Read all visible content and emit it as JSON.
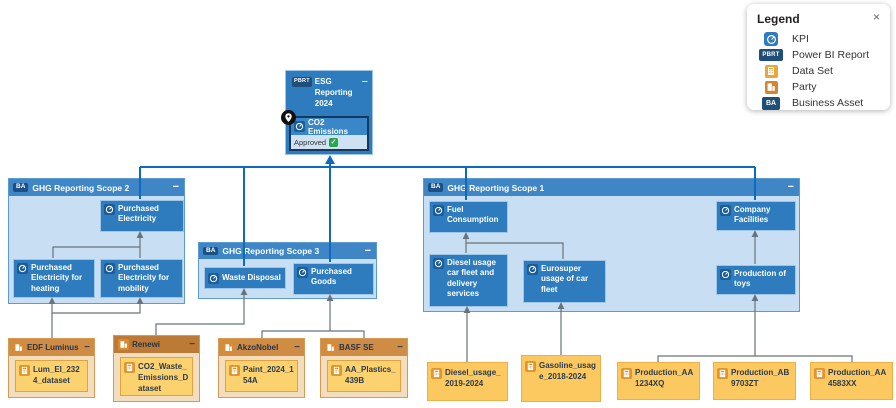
{
  "legend": {
    "title": "Legend",
    "close": "×",
    "items": [
      {
        "label": "KPI"
      },
      {
        "label": "Power BI Report",
        "badge": "PBRT"
      },
      {
        "label": "Data Set"
      },
      {
        "label": "Party"
      },
      {
        "label": "Business Asset",
        "badge": "BA"
      }
    ]
  },
  "esg_report": {
    "badge": "PBRT",
    "title": "ESG Reporting 2024",
    "collapse": "−",
    "kpi_label": "CO2 Emissions",
    "status_label": "Approved",
    "status_check": "✓"
  },
  "scopes": {
    "scope2": {
      "badge": "BA",
      "title": "GHG Reporting Scope 2",
      "collapse": "−",
      "purchased_electricity": "Purchased Electricity",
      "heating": "Purchased Electricity for heating",
      "mobility": "Purchased Electricity for mobility"
    },
    "scope3": {
      "badge": "BA",
      "title": "GHG Reporting Scope 3",
      "collapse": "−",
      "waste_disposal": "Waste Disposal",
      "purchased_goods": "Purchased Goods"
    },
    "scope1": {
      "badge": "BA",
      "title": "GHG Reporting Scope 1",
      "collapse": "−",
      "fuel": "Fuel Consumption",
      "diesel": "Diesel usage car fleet and delivery services",
      "eurosuper": "Eurosuper usage of car fleet",
      "facilities": "Company Facilities",
      "toys": "Production of toys"
    }
  },
  "parties": {
    "edf": {
      "title": "EDF Luminus",
      "collapse": "−",
      "dataset": "Lum_El_2324_dataset"
    },
    "renewi": {
      "title": "Renewi",
      "collapse": "−",
      "dataset": "CO2_Waste_Emissions_Dataset"
    },
    "akzo": {
      "title": "AkzoNobel",
      "collapse": "−",
      "dataset": "Paint_2024_154A"
    },
    "basf": {
      "title": "BASF SE",
      "collapse": "−",
      "dataset": "AA_Plastics_439B"
    }
  },
  "datasets": {
    "diesel": "Diesel_usage_2019-2024",
    "gasoline": "Gasoline_usage_2018-2024",
    "prod1": "Production_AA1234XQ",
    "prod2": "Production_AB9703ZT",
    "prod3": "Production_AA4583XX"
  },
  "colors": {
    "node_blue": "#2E7CBE",
    "header_blue": "#3E86C6",
    "group_fill": "#C8DEF2",
    "edge_blue": "#0F6ABF",
    "edge_gray": "#68737C",
    "party_header": "#CE8C45",
    "party_header_selected": "#BC7A36",
    "card_yellow": "#FBD26E",
    "dataset_yellow": "#FBC95F",
    "approved_green": "#25A848",
    "badge_navy": "#1F4E79"
  },
  "edges": {
    "rollup_to_co2_emissions": [
      "Purchased Electricity",
      "Waste Disposal",
      "Purchased Goods",
      "Fuel Consumption",
      "Company Facilities"
    ],
    "gray": [
      "Purchased Electricity for heating → Purchased Electricity",
      "Purchased Electricity for mobility → Purchased Electricity",
      "EDF Luminus → Purchased Electricity for heating",
      "EDF Luminus → Purchased Electricity for mobility",
      "Renewi → Waste Disposal",
      "AkzoNobel → Purchased Goods",
      "BASF SE → Purchased Goods",
      "Diesel usage car fleet and delivery services → Fuel Consumption",
      "Eurosuper usage of car fleet → Fuel Consumption",
      "Diesel_usage_2019-2024 → Diesel usage car fleet and delivery services",
      "Gasoline_usage_2018-2024 → Eurosuper usage of car fleet",
      "Production of toys → Company Facilities",
      "Production_AA1234XQ → Production of toys",
      "Production_AB9703ZT → Production of toys",
      "Production_AA4583XX → Production of toys"
    ]
  }
}
